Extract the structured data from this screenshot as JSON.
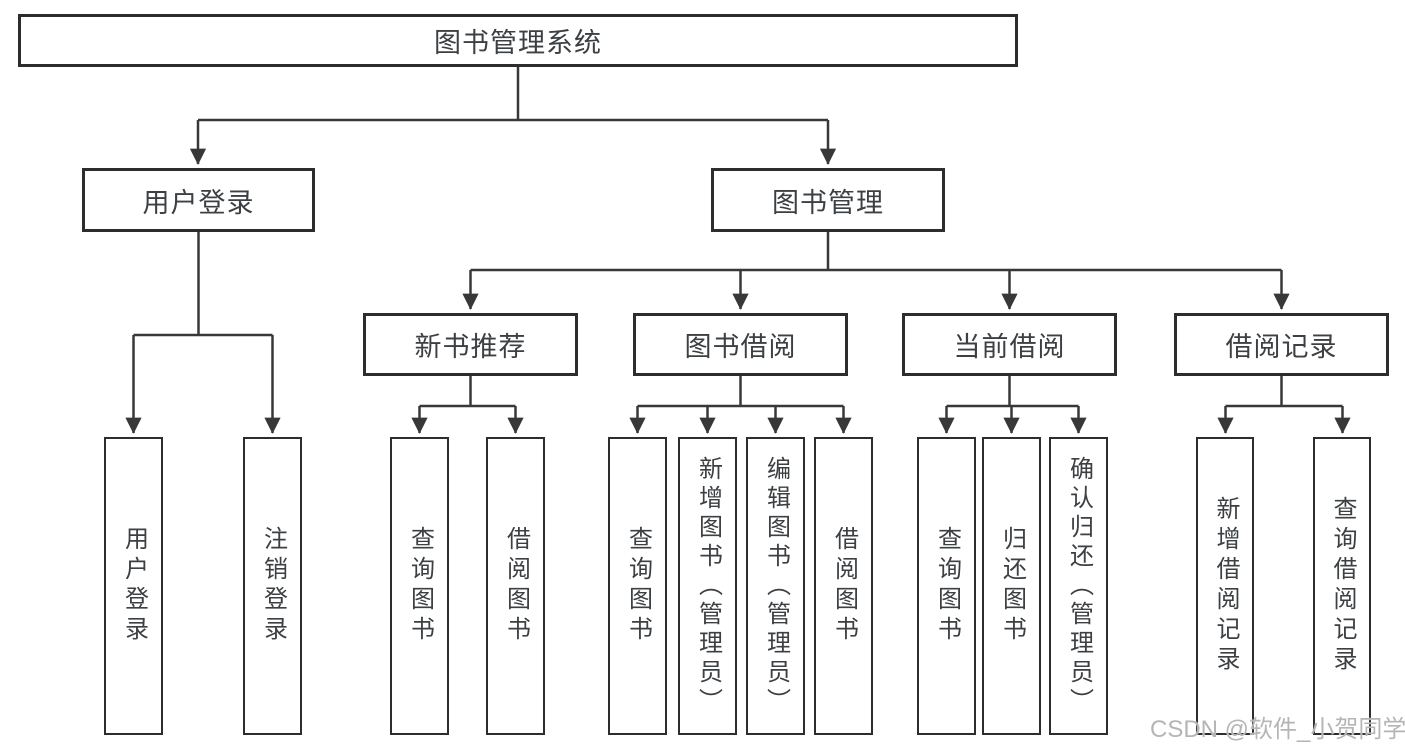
{
  "nodes": {
    "root": {
      "label": "图书管理系统"
    },
    "level2": [
      {
        "label": "用户登录",
        "parent": "图书管理系统"
      },
      {
        "label": "图书管理",
        "parent": "图书管理系统"
      }
    ],
    "level3": [
      {
        "label": "新书推荐",
        "parent": "图书管理"
      },
      {
        "label": "图书借阅",
        "parent": "图书管理"
      },
      {
        "label": "当前借阅",
        "parent": "图书管理"
      },
      {
        "label": "借阅记录",
        "parent": "图书管理"
      }
    ],
    "leaves": [
      {
        "label": "用户登录",
        "parent": "用户登录"
      },
      {
        "label": "注销登录",
        "parent": "用户登录"
      },
      {
        "label": "查询图书",
        "parent": "新书推荐"
      },
      {
        "label": "借阅图书",
        "parent": "新书推荐"
      },
      {
        "label": "查询图书",
        "parent": "图书借阅"
      },
      {
        "label": "新增图书（管理员）",
        "parent": "图书借阅"
      },
      {
        "label": "编辑图书（管理员）",
        "parent": "图书借阅"
      },
      {
        "label": "借阅图书",
        "parent": "图书借阅"
      },
      {
        "label": "查询图书",
        "parent": "当前借阅"
      },
      {
        "label": "归还图书",
        "parent": "当前借阅"
      },
      {
        "label": "确认归还（管理员）",
        "parent": "当前借阅"
      },
      {
        "label": "新增借阅记录",
        "parent": "借阅记录"
      },
      {
        "label": "查询借阅记录",
        "parent": "借阅记录"
      }
    ]
  },
  "watermark": "CSDN @软件_小贺同学",
  "colors": {
    "line": "#383838",
    "border": "#2d2d2d",
    "text": "#3c4043",
    "watermark": "#b5b5b5",
    "background": "#ffffff"
  }
}
